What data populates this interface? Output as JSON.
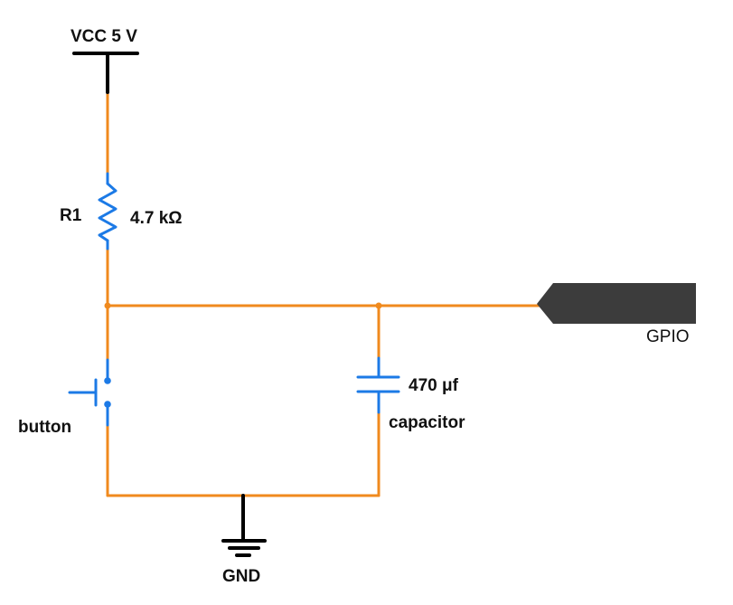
{
  "labels": {
    "vcc": "VCC 5 V",
    "resistor_name": "R1",
    "resistor_value": "4.7 kΩ",
    "gpio": "GPIO",
    "button": "button",
    "capacitor_value": "470 μf",
    "capacitor_name": "capacitor",
    "gnd": "GND"
  },
  "colors": {
    "wire": "#f08a1e",
    "component": "#1c7ae6",
    "terminal": "#000000",
    "gpio_connector": "#3c3c3c",
    "junction": "#f08a1e"
  }
}
